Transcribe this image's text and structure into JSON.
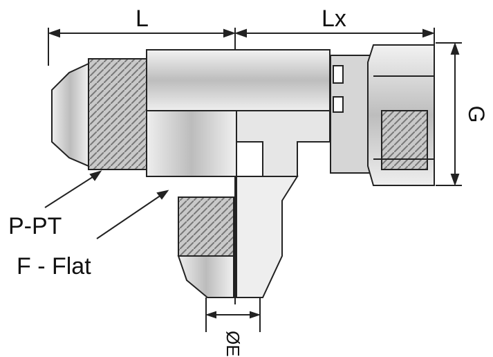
{
  "diagram": {
    "dimension_L": "L",
    "dimension_Lx": "Lx",
    "dimension_G": "G",
    "dimension_E": "ØE",
    "callout_pt": "P-PT",
    "callout_flat": "F - Flat"
  },
  "colors": {
    "body": "#d8d8d8",
    "dark": "#9a9a9a",
    "line": "#222222"
  }
}
